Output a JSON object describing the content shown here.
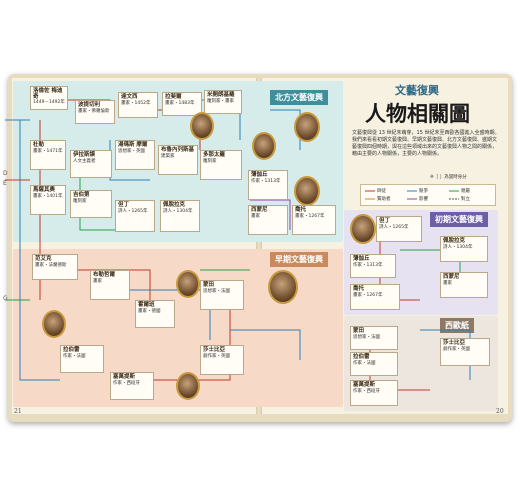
{
  "title": {
    "subtitle": "文藝復興",
    "main": "人物相關圖"
  },
  "intro_text": "文藝復興從 13 世紀末萌芽，15 世紀末至西歐各國進入全盛時期。我們來看看初期文藝復興、早期文藝復興、北方文藝復興、盛期文藝復興四個時期，與在這些領域出來的文藝復興人物之間的關係，藉由主要的人物關係，主要的人物關係。",
  "intro_note": "※［ ］為當時身分",
  "regions": {
    "north": "北方文藝復興",
    "early": "早期文藝復興",
    "init": "初期文藝復興",
    "west": "西歐紙"
  },
  "legend": {
    "items": [
      "師徒",
      "競爭",
      "親屬",
      "贊助者",
      "影響",
      "對立"
    ]
  },
  "side_letters": [
    "D",
    "E",
    "G"
  ],
  "page_numbers": {
    "left": "21",
    "right": "20"
  },
  "nodes": {
    "n1": {
      "name": "洛倫佐 梅迪奇",
      "desc": "1449－1492年"
    },
    "n2": {
      "name": "波提切利",
      "desc": "畫家・佛羅倫斯"
    },
    "n3": {
      "name": "達文西",
      "desc": "畫家・1452年"
    },
    "n4": {
      "name": "拉斐爾",
      "desc": "畫家・1483年"
    },
    "n5": {
      "name": "米開朗基羅",
      "desc": "雕刻家・畫家"
    },
    "n6": {
      "name": "杜勒",
      "desc": "畫家・1471年"
    },
    "n7": {
      "name": "伊拉斯謨",
      "desc": "人文主義者"
    },
    "n8": {
      "name": "湯瑪斯 摩爾",
      "desc": "思想家・英國"
    },
    "n9": {
      "name": "布魯內列斯基",
      "desc": "建築家"
    },
    "n10": {
      "name": "多那太羅",
      "desc": "雕刻家"
    },
    "n11": {
      "name": "馬薩其奧",
      "desc": "畫家・1401年"
    },
    "n12": {
      "name": "吉伯第",
      "desc": "雕刻家"
    },
    "n13": {
      "name": "但丁",
      "desc": "詩人・1265年"
    },
    "n14": {
      "name": "佩脫拉克",
      "desc": "詩人・1304年"
    },
    "n15": {
      "name": "薄伽丘",
      "desc": "作家・1313年"
    },
    "n16": {
      "name": "喬托",
      "desc": "畫家・1267年"
    },
    "n17": {
      "name": "西蒙尼",
      "desc": "畫家"
    },
    "n18": {
      "name": "范艾克",
      "desc": "畫家・法蘭德斯"
    },
    "n19": {
      "name": "布勒哲爾",
      "desc": "畫家"
    },
    "n20": {
      "name": "霍爾班",
      "desc": "畫家・德國"
    },
    "n21": {
      "name": "蒙田",
      "desc": "思想家・法國"
    },
    "n22": {
      "name": "拉伯雷",
      "desc": "作家・法國"
    },
    "n23": {
      "name": "塞萬提斯",
      "desc": "作家・西班牙"
    },
    "n24": {
      "name": "莎士比亞",
      "desc": "劇作家・英國"
    }
  },
  "colors": {
    "north_region": "#d6ecea",
    "early_region": "#f6d9c7",
    "init_region": "#e7e2f2",
    "west_region": "#ece6df",
    "north_label": "#3f8f9a",
    "early_label": "#c98b5e",
    "init_label": "#6d5fa6",
    "west_label": "#8c7a66",
    "title_blue": "#2f6a86"
  }
}
